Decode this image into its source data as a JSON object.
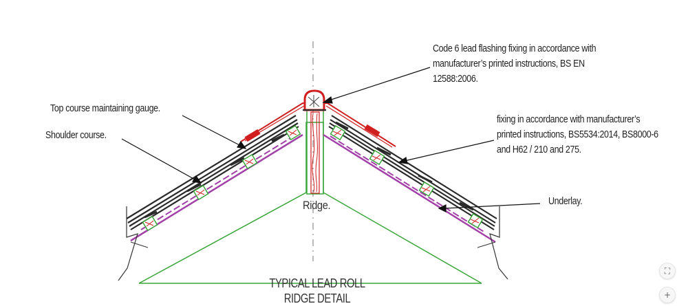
{
  "labels": {
    "lead_flashing": [
      "Code 6 lead flashing fixing in accordance with",
      "manufacturer’s printed instructions, BS EN",
      "12588:2006."
    ],
    "fixing": [
      "fixing in accordance with manufacturer’s",
      "printed instructions, BS5534:2014, BS8000-6",
      "and H62 / 210 and 275."
    ],
    "top_course": "Top course maintaining gauge.",
    "shoulder_course": "Shoulder course.",
    "underlay": "Underlay.",
    "ridge": "Ridge."
  },
  "title": [
    "TYPICAL LEAD ROLL",
    "RIDGE DETAIL"
  ],
  "controls": {
    "fit_icon": "⛶",
    "zoom_in_label": "+"
  },
  "colors": {
    "tiles": "#2a2a2a",
    "lead": "#d11f1f",
    "underlay": "#a23fa8",
    "structure": "#3aa53a",
    "battens": "#3aa53a",
    "leader": "#111111"
  }
}
